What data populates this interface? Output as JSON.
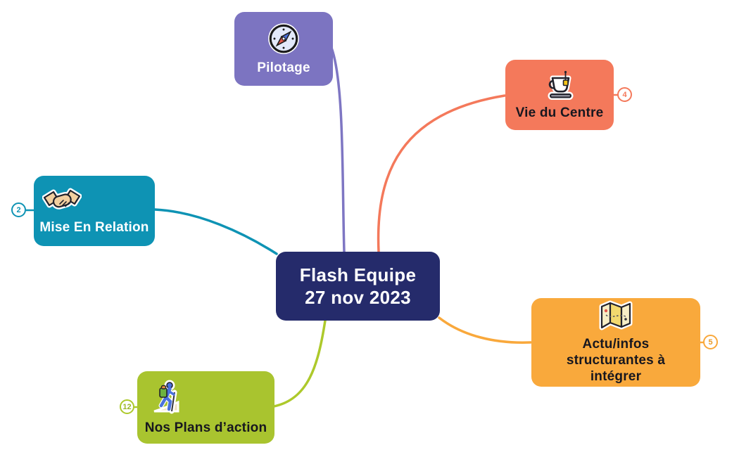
{
  "nodes": {
    "central": {
      "line1": "Flash Equipe",
      "line2": "27 nov 2023"
    },
    "pilotage": {
      "label": "Pilotage"
    },
    "vie_du_centre": {
      "label": "Vie du Centre",
      "badge": "4"
    },
    "mise_en_relation": {
      "label": "Mise En Relation",
      "badge": "2"
    },
    "actu_infos": {
      "label": "Actu/infos structurantes à intégrer",
      "badge": "5"
    },
    "nos_plans": {
      "label": "Nos Plans d’action",
      "badge": "12"
    }
  },
  "icons": {
    "pilotage": "compass-icon",
    "vie_du_centre": "teacup-icon",
    "mise_en_relation": "handshake-icon",
    "actu_infos": "map-icon",
    "nos_plans": "hiker-icon"
  },
  "colors": {
    "canvas_bg": "#FFFFFF",
    "central_bg": "#252B6B",
    "pilotage": "#7C74C1",
    "vie_du_centre": "#F4795B",
    "mise_en_relation": "#0E93B4",
    "actu_infos": "#F9A93C",
    "nos_plans": "#A9C42F",
    "light_text": "#FFFFFF",
    "dark_text": "#17171F"
  }
}
